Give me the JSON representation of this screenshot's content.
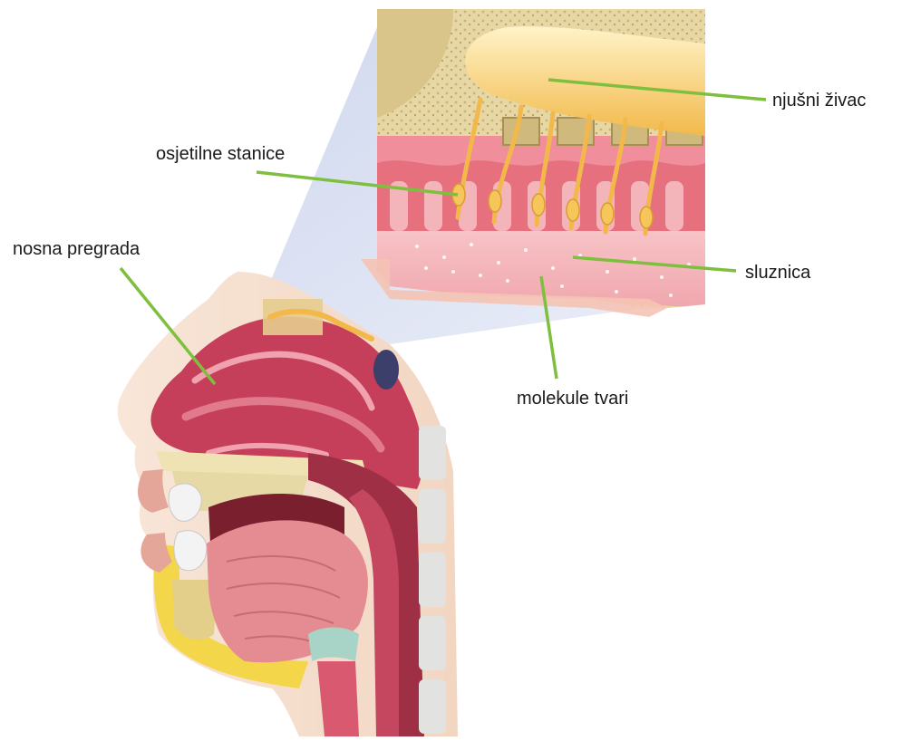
{
  "labels": {
    "olfactory_nerve": "njušni živac",
    "sensory_cells": "osjetilne stanice",
    "nasal_septum": "nosna pregrada",
    "mucosa": "sluznica",
    "molecules": "molekule tvari"
  },
  "colors": {
    "leader_line": "#7fbf3f",
    "bone": "#e9dcae",
    "tissue": "#c63f5a",
    "nerve": "#f6c65b",
    "fat": "#f3d64a"
  }
}
